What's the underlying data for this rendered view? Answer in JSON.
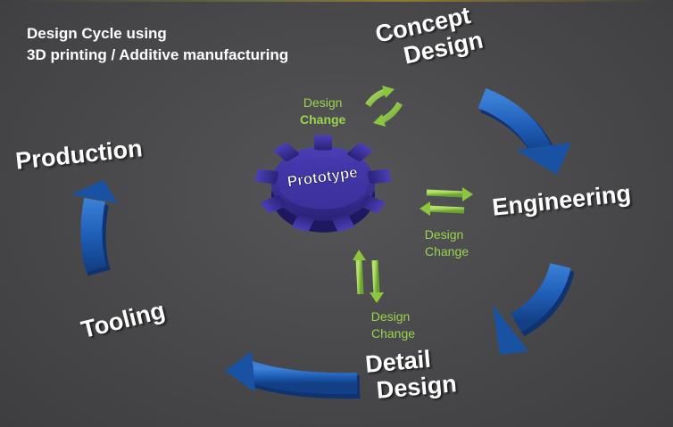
{
  "title": {
    "line1": "Design Cycle using",
    "line2": "3D printing / Additive manufacturing"
  },
  "stages": {
    "concept": {
      "line1": "Concept",
      "line2": "Design"
    },
    "engineering": {
      "line1": "Engineering"
    },
    "detail": {
      "line1": "Detail",
      "line2": "Design"
    },
    "tooling": {
      "line1": "Tooling"
    },
    "production": {
      "line1": "Production"
    }
  },
  "center": {
    "label": "Prototype"
  },
  "design_changes": [
    {
      "line1": "Design",
      "line2": "Change"
    },
    {
      "line1": "Design",
      "line2": "Change"
    },
    {
      "line1": "Design",
      "line2": "Change"
    }
  ],
  "colors": {
    "cycle_arrow": "#1f5fb8",
    "change_arrow": "#8cc63f",
    "gear": "#3a2f9a",
    "background": "#4a4a4d"
  },
  "icons": {
    "cycle_arrow": "curved-arrow-icon",
    "change_arrow": "double-arrow-icon",
    "gear": "gear-icon"
  }
}
